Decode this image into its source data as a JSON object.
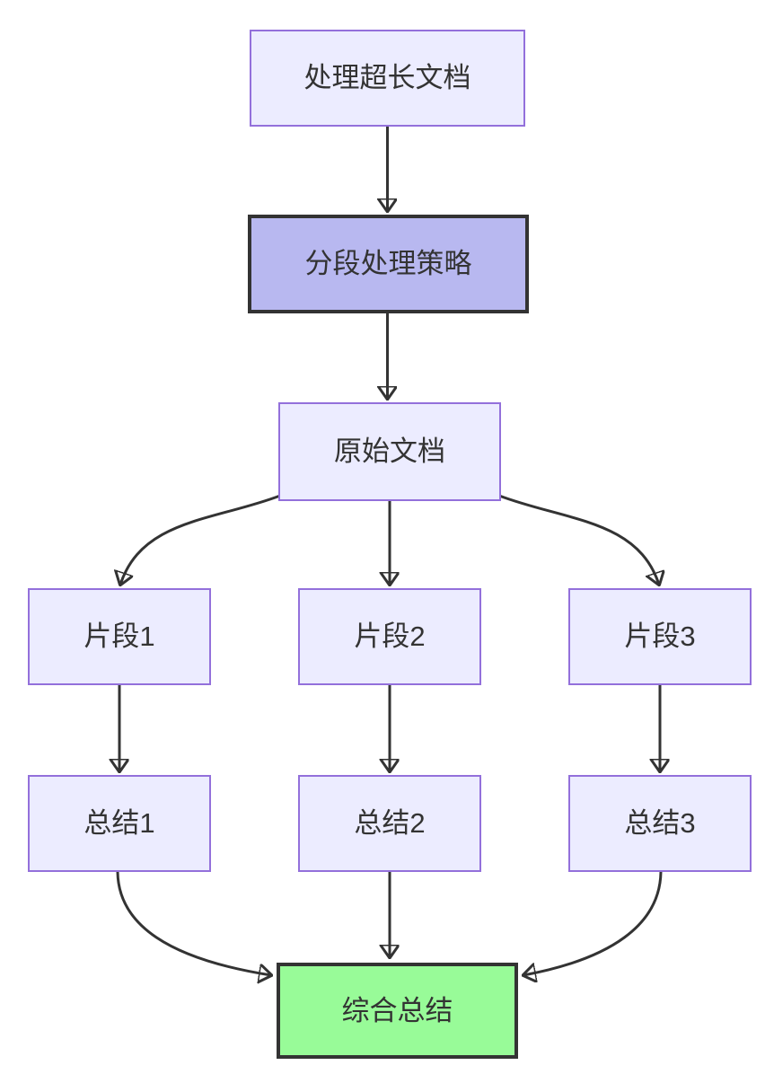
{
  "diagram": {
    "type": "flowchart",
    "direction": "top-down",
    "nodes": [
      {
        "id": "task",
        "label": "处理超长文档",
        "style": "default"
      },
      {
        "id": "strategy",
        "label": "分段处理策略",
        "style": "emphasis"
      },
      {
        "id": "original-doc",
        "label": "原始文档",
        "style": "default"
      },
      {
        "id": "fragment-1",
        "label": "片段1",
        "style": "default"
      },
      {
        "id": "fragment-2",
        "label": "片段2",
        "style": "default"
      },
      {
        "id": "fragment-3",
        "label": "片段3",
        "style": "default"
      },
      {
        "id": "summary-1",
        "label": "总结1",
        "style": "default"
      },
      {
        "id": "summary-2",
        "label": "总结2",
        "style": "default"
      },
      {
        "id": "summary-3",
        "label": "总结3",
        "style": "default"
      },
      {
        "id": "final-summary",
        "label": "综合总结",
        "style": "success"
      }
    ],
    "edges": [
      {
        "from": "处理超长文档",
        "to": "分段处理策略"
      },
      {
        "from": "分段处理策略",
        "to": "原始文档"
      },
      {
        "from": "原始文档",
        "to": "片段1"
      },
      {
        "from": "原始文档",
        "to": "片段2"
      },
      {
        "from": "原始文档",
        "to": "片段3"
      },
      {
        "from": "片段1",
        "to": "总结1"
      },
      {
        "from": "片段2",
        "to": "总结2"
      },
      {
        "from": "片段3",
        "to": "总结3"
      },
      {
        "from": "总结1",
        "to": "综合总结"
      },
      {
        "from": "总结2",
        "to": "综合总结"
      },
      {
        "from": "总结3",
        "to": "综合总结"
      }
    ],
    "colors": {
      "background": "#ffffff",
      "node_fill": "#ECECFF",
      "node_border": "#9370DB",
      "emphasis_fill": "#b8b8f0",
      "emphasis_border": "#333333",
      "success_fill": "#98fb98",
      "success_border": "#333333",
      "edge_stroke": "#333333",
      "text": "#333333"
    }
  }
}
